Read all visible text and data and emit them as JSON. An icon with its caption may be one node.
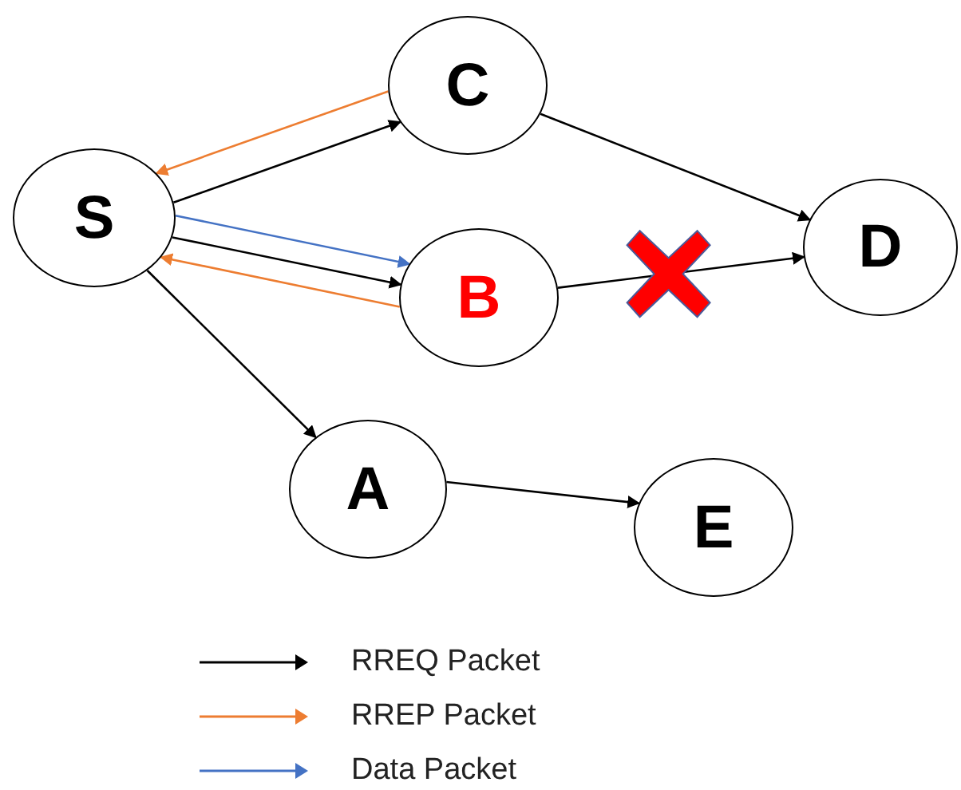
{
  "diagram": {
    "nodes": [
      {
        "text": [
          "S"
        ]
      },
      {
        "text": [
          "C"
        ]
      },
      {
        "text": [
          "B"
        ]
      },
      {
        "text": [
          "D"
        ]
      },
      {
        "text": [
          "A"
        ]
      },
      {
        "text": [
          "E"
        ]
      }
    ],
    "edges": [
      {
        "from": 0,
        "to": 1,
        "arrow": "to"
      },
      {
        "from": 1,
        "to": 0,
        "arrow": "to",
        "color": "#ed7d31"
      },
      {
        "from": 0,
        "to": 2,
        "arrow": "to",
        "color": "#4472c4"
      },
      {
        "from": 0,
        "to": 2,
        "arrow": "to"
      },
      {
        "from": 2,
        "to": 0,
        "arrow": "to",
        "color": "#ed7d31"
      },
      {
        "from": 0,
        "to": 4,
        "arrow": "to"
      },
      {
        "from": 1,
        "to": 3,
        "arrow": "to"
      },
      {
        "from": 2,
        "to": 3,
        "arrow": "to"
      },
      {
        "from": 4,
        "to": 5,
        "arrow": "to"
      }
    ],
    "legend": [
      {
        "text": "RREQ Packet",
        "color": "#000000"
      },
      {
        "text": "RREP Packet",
        "color": "#ed7d31"
      },
      {
        "text": "Data Packet",
        "color": "#4472c4"
      }
    ]
  }
}
